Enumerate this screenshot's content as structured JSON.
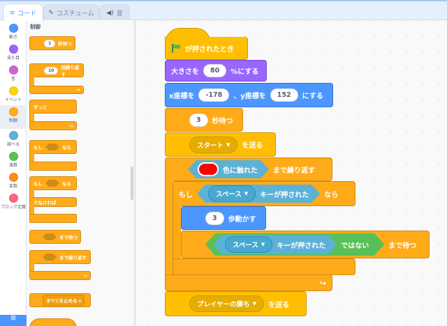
{
  "tabs": [
    {
      "label": "コード",
      "icon": "code-icon",
      "active": true
    },
    {
      "label": "コスチューム",
      "icon": "brush-icon",
      "active": false
    },
    {
      "label": "音",
      "icon": "speaker-icon",
      "active": false
    }
  ],
  "categories": [
    {
      "label": "動き",
      "color": "#4c97ff"
    },
    {
      "label": "見た目",
      "color": "#9966ff"
    },
    {
      "label": "音",
      "color": "#cf63cf"
    },
    {
      "label": "イベント",
      "color": "#ffd500"
    },
    {
      "label": "制御",
      "color": "#ffab19",
      "active": true
    },
    {
      "label": "調べる",
      "color": "#5cb1d6"
    },
    {
      "label": "演算",
      "color": "#59c059"
    },
    {
      "label": "変数",
      "color": "#ff8c1a"
    },
    {
      "label": "ブロック定義",
      "color": "#ff6680"
    }
  ],
  "palette": {
    "title": "制御",
    "wait": {
      "value": "1",
      "label": "秒待つ"
    },
    "repeat": {
      "value": "10",
      "label": "回繰り返す"
    },
    "forever": {
      "label": "ずっと"
    },
    "if": {
      "pre": "もし",
      "post": "なら"
    },
    "ifelse": {
      "pre": "もし",
      "post": "なら",
      "else": "でなければ"
    },
    "wait_until": {
      "label": "まで待つ"
    },
    "repeat_until": {
      "label": "まで繰り返す"
    },
    "stop": {
      "option": "すべてを止める"
    }
  },
  "script": {
    "hat": {
      "label": "が押されたとき"
    },
    "set_size": {
      "pre": "大きさを",
      "value": "80",
      "post": "%にする"
    },
    "goto": {
      "pre": "x座標を",
      "x": "-178",
      "mid": "、y座標を",
      "y": "152",
      "post": "にする"
    },
    "wait": {
      "value": "3",
      "label": "秒待つ"
    },
    "broadcast1": {
      "message": "スタート",
      "post": "を送る"
    },
    "repeat_until": {
      "cond": "色に触れた",
      "post": "まで繰り返す",
      "color": "#ff0000"
    },
    "if": {
      "pre": "もし",
      "key": "スペース",
      "cond": "キーが押された",
      "post": "なら"
    },
    "move": {
      "value": "3",
      "label": "歩動かす"
    },
    "wait_until": {
      "key": "スペース",
      "cond": "キーが押された",
      "not": "ではない",
      "post": "まで待つ"
    },
    "broadcast2": {
      "message": "プレイヤーの勝ち",
      "post": "を送る"
    }
  }
}
